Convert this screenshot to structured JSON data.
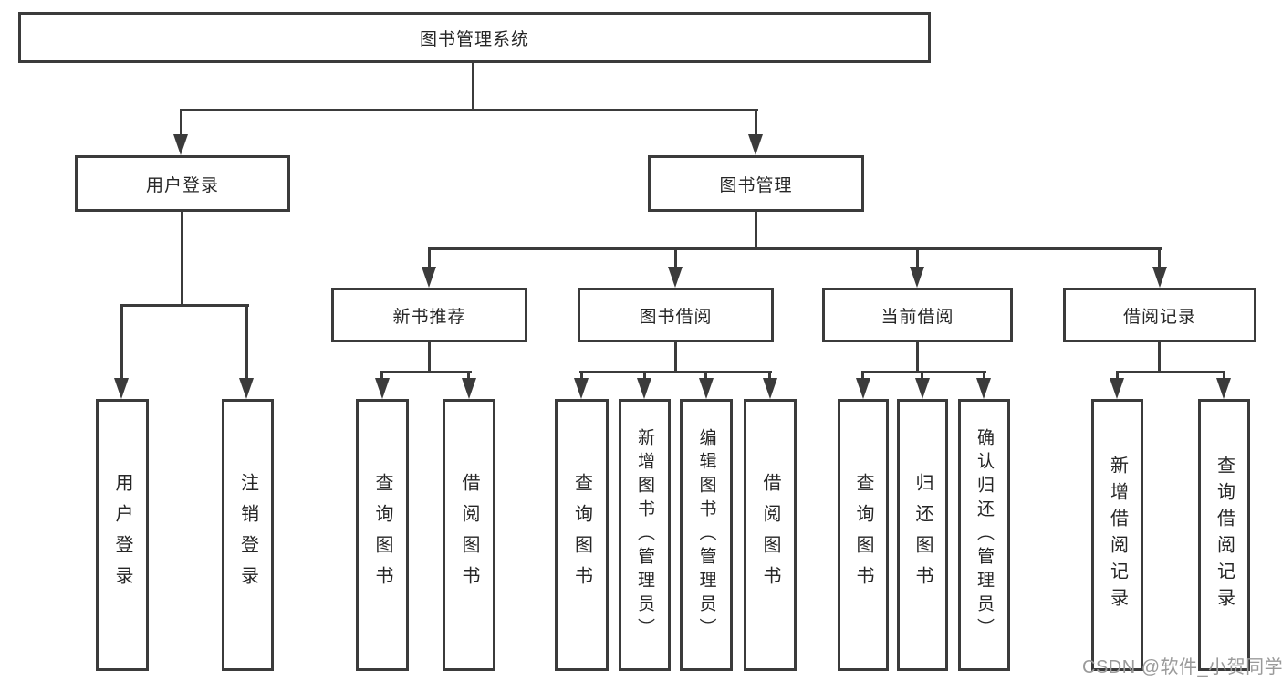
{
  "diagram": {
    "title": "图书管理系统",
    "root": {
      "label": "图书管理系统"
    },
    "level2": [
      {
        "label": "用户登录"
      },
      {
        "label": "图书管理"
      }
    ],
    "level3": [
      {
        "label": "新书推荐",
        "parent": "图书管理"
      },
      {
        "label": "图书借阅",
        "parent": "图书管理"
      },
      {
        "label": "当前借阅",
        "parent": "图书管理"
      },
      {
        "label": "借阅记录",
        "parent": "图书管理"
      }
    ],
    "leaves": [
      {
        "label": "用户登录",
        "parent": "用户登录"
      },
      {
        "label": "注销登录",
        "parent": "用户登录"
      },
      {
        "label": "查询图书",
        "parent": "新书推荐"
      },
      {
        "label": "借阅图书",
        "parent": "新书推荐"
      },
      {
        "label": "查询图书",
        "parent": "图书借阅"
      },
      {
        "label": "新增图书（管理员）",
        "parent": "图书借阅"
      },
      {
        "label": "编辑图书（管理员）",
        "parent": "图书借阅"
      },
      {
        "label": "借阅图书",
        "parent": "图书借阅"
      },
      {
        "label": "查询图书",
        "parent": "当前借阅"
      },
      {
        "label": "归还图书",
        "parent": "当前借阅"
      },
      {
        "label": "确认归还（管理员）",
        "parent": "当前借阅"
      },
      {
        "label": "新增借阅记录",
        "parent": "借阅记录"
      },
      {
        "label": "查询借阅记录",
        "parent": "借阅记录"
      }
    ]
  },
  "watermark": {
    "text": "CSDN @软件_小贺同学"
  },
  "colors": {
    "line": "#3b3b3b",
    "text": "#262626",
    "background": "#ffffff",
    "watermark": "#9a9a9a"
  }
}
